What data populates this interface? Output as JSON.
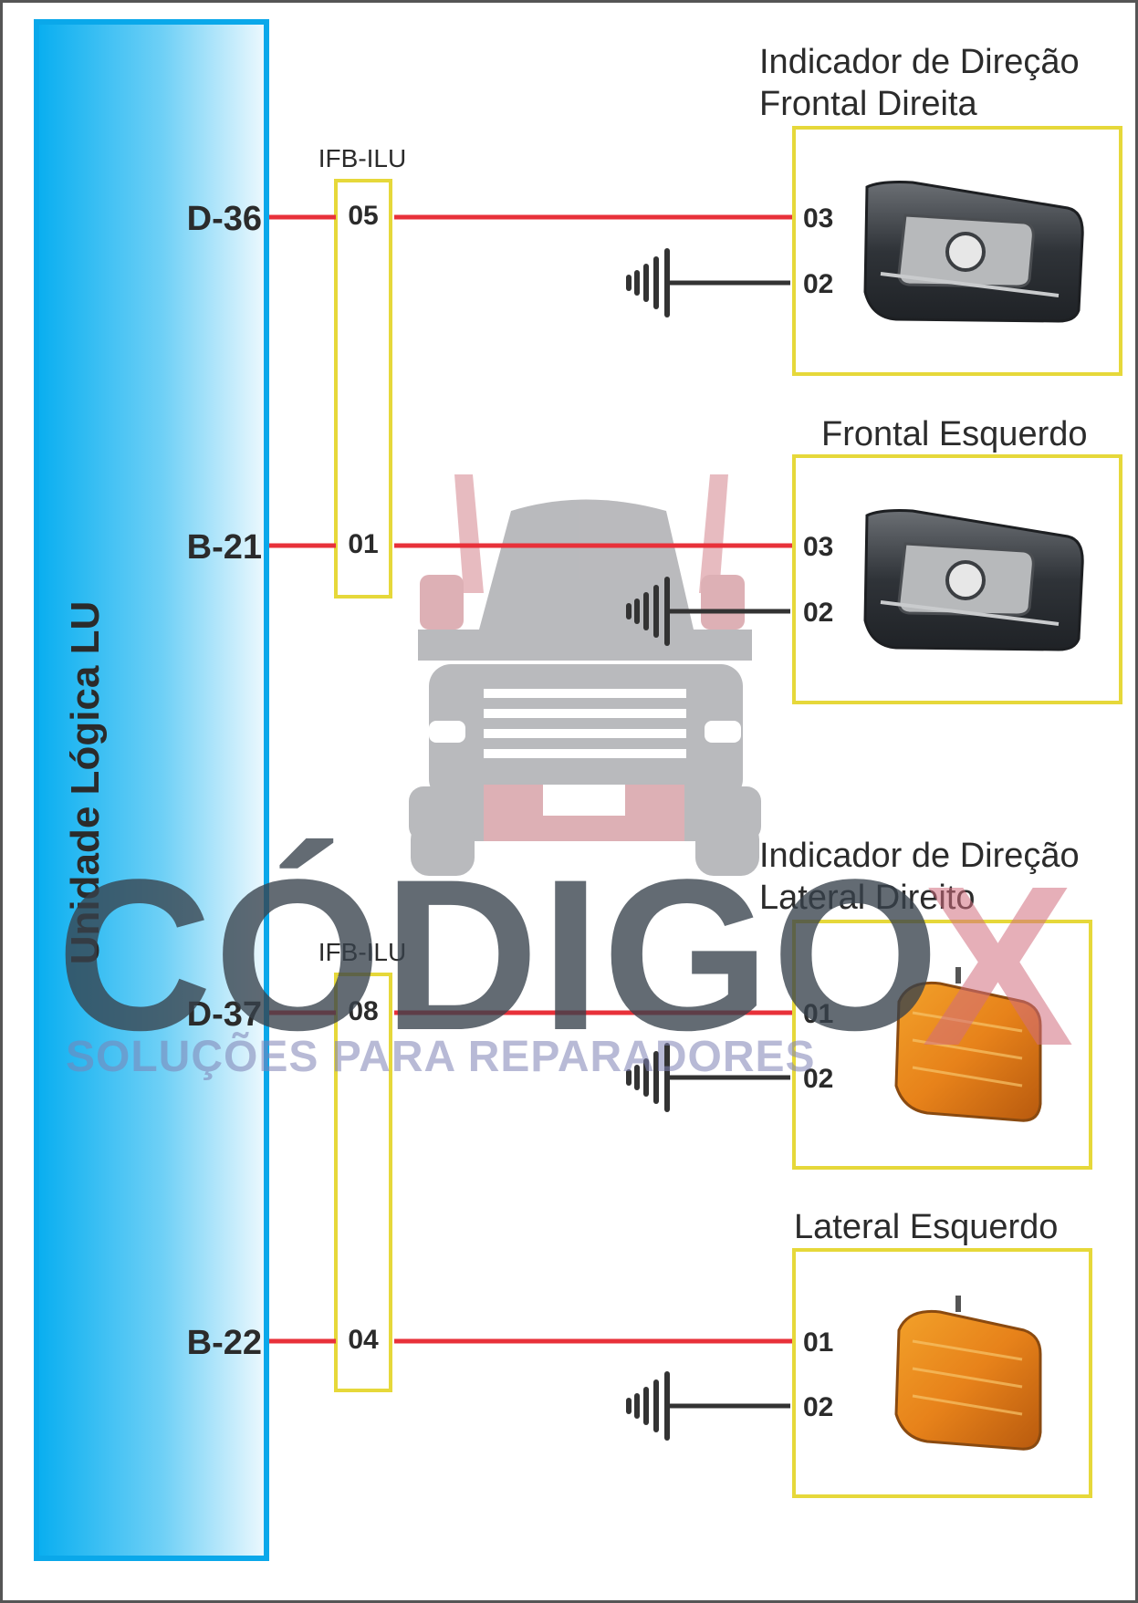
{
  "logic_unit": {
    "label": "Unidade Lógica LU",
    "color": "#0aa8ea"
  },
  "connectors": [
    {
      "label": "IFB-ILU"
    },
    {
      "label": "IFB-ILU"
    }
  ],
  "circuits": [
    {
      "ecu_pin": "D-36",
      "ifb_pin": "05",
      "signal_pin": "03",
      "ground_pin": "02"
    },
    {
      "ecu_pin": "B-21",
      "ifb_pin": "01",
      "signal_pin": "03",
      "ground_pin": "02"
    },
    {
      "ecu_pin": "D-37",
      "ifb_pin": "08",
      "signal_pin": "01",
      "ground_pin": "02"
    },
    {
      "ecu_pin": "B-22",
      "ifb_pin": "04",
      "signal_pin": "01",
      "ground_pin": "02"
    }
  ],
  "components": [
    {
      "title_lines": [
        "Indicador de Direção",
        "Frontal Direita"
      ],
      "image": "headlamp"
    },
    {
      "title_lines": [
        "Frontal Esquerdo"
      ],
      "image": "headlamp"
    },
    {
      "title_lines": [
        "Indicador de Direção",
        "Lateral Direito"
      ],
      "image": "side-marker-lamp"
    },
    {
      "title_lines": [
        "Lateral Esquerdo"
      ],
      "image": "side-marker-lamp"
    }
  ],
  "watermark": {
    "brand": "CÓDIGO",
    "brand_x": "X",
    "tagline": "SOLUÇÕES PARA REPARADORES"
  },
  "colors": {
    "wire_signal": "#e8313a",
    "wire_ground": "#333333",
    "connector_box": "#e6d83a",
    "component_box": "#e6d83a"
  }
}
